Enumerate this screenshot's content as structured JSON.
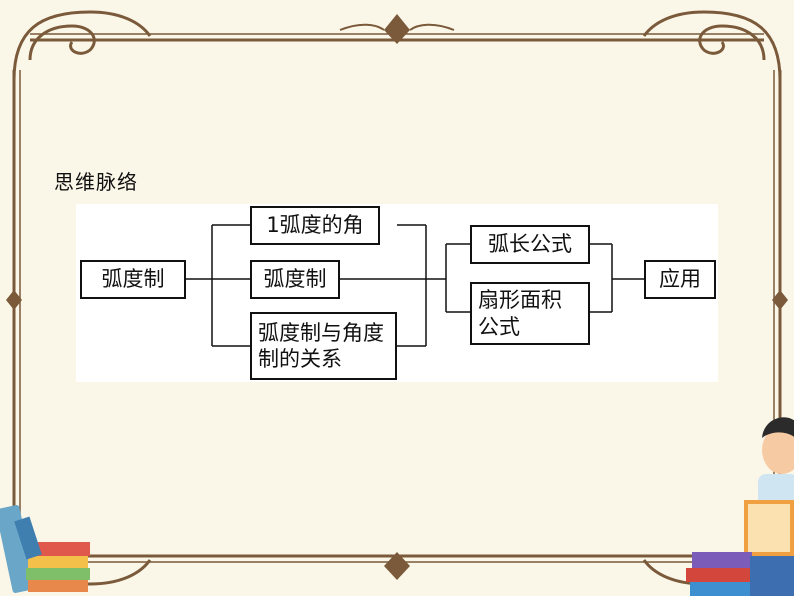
{
  "heading": "思维脉络",
  "nodes": {
    "root": "弧度制",
    "branch_a_1": "1弧度的角",
    "branch_a_2": "弧度制",
    "branch_a_3": "弧度制与角度制的关系",
    "branch_b_1": "弧长公式",
    "branch_b_2": "扇形面积公式",
    "result": "应用"
  },
  "colors": {
    "background": "#fbf7e8",
    "frame": "#7a5a3a",
    "node_border": "#111111"
  }
}
